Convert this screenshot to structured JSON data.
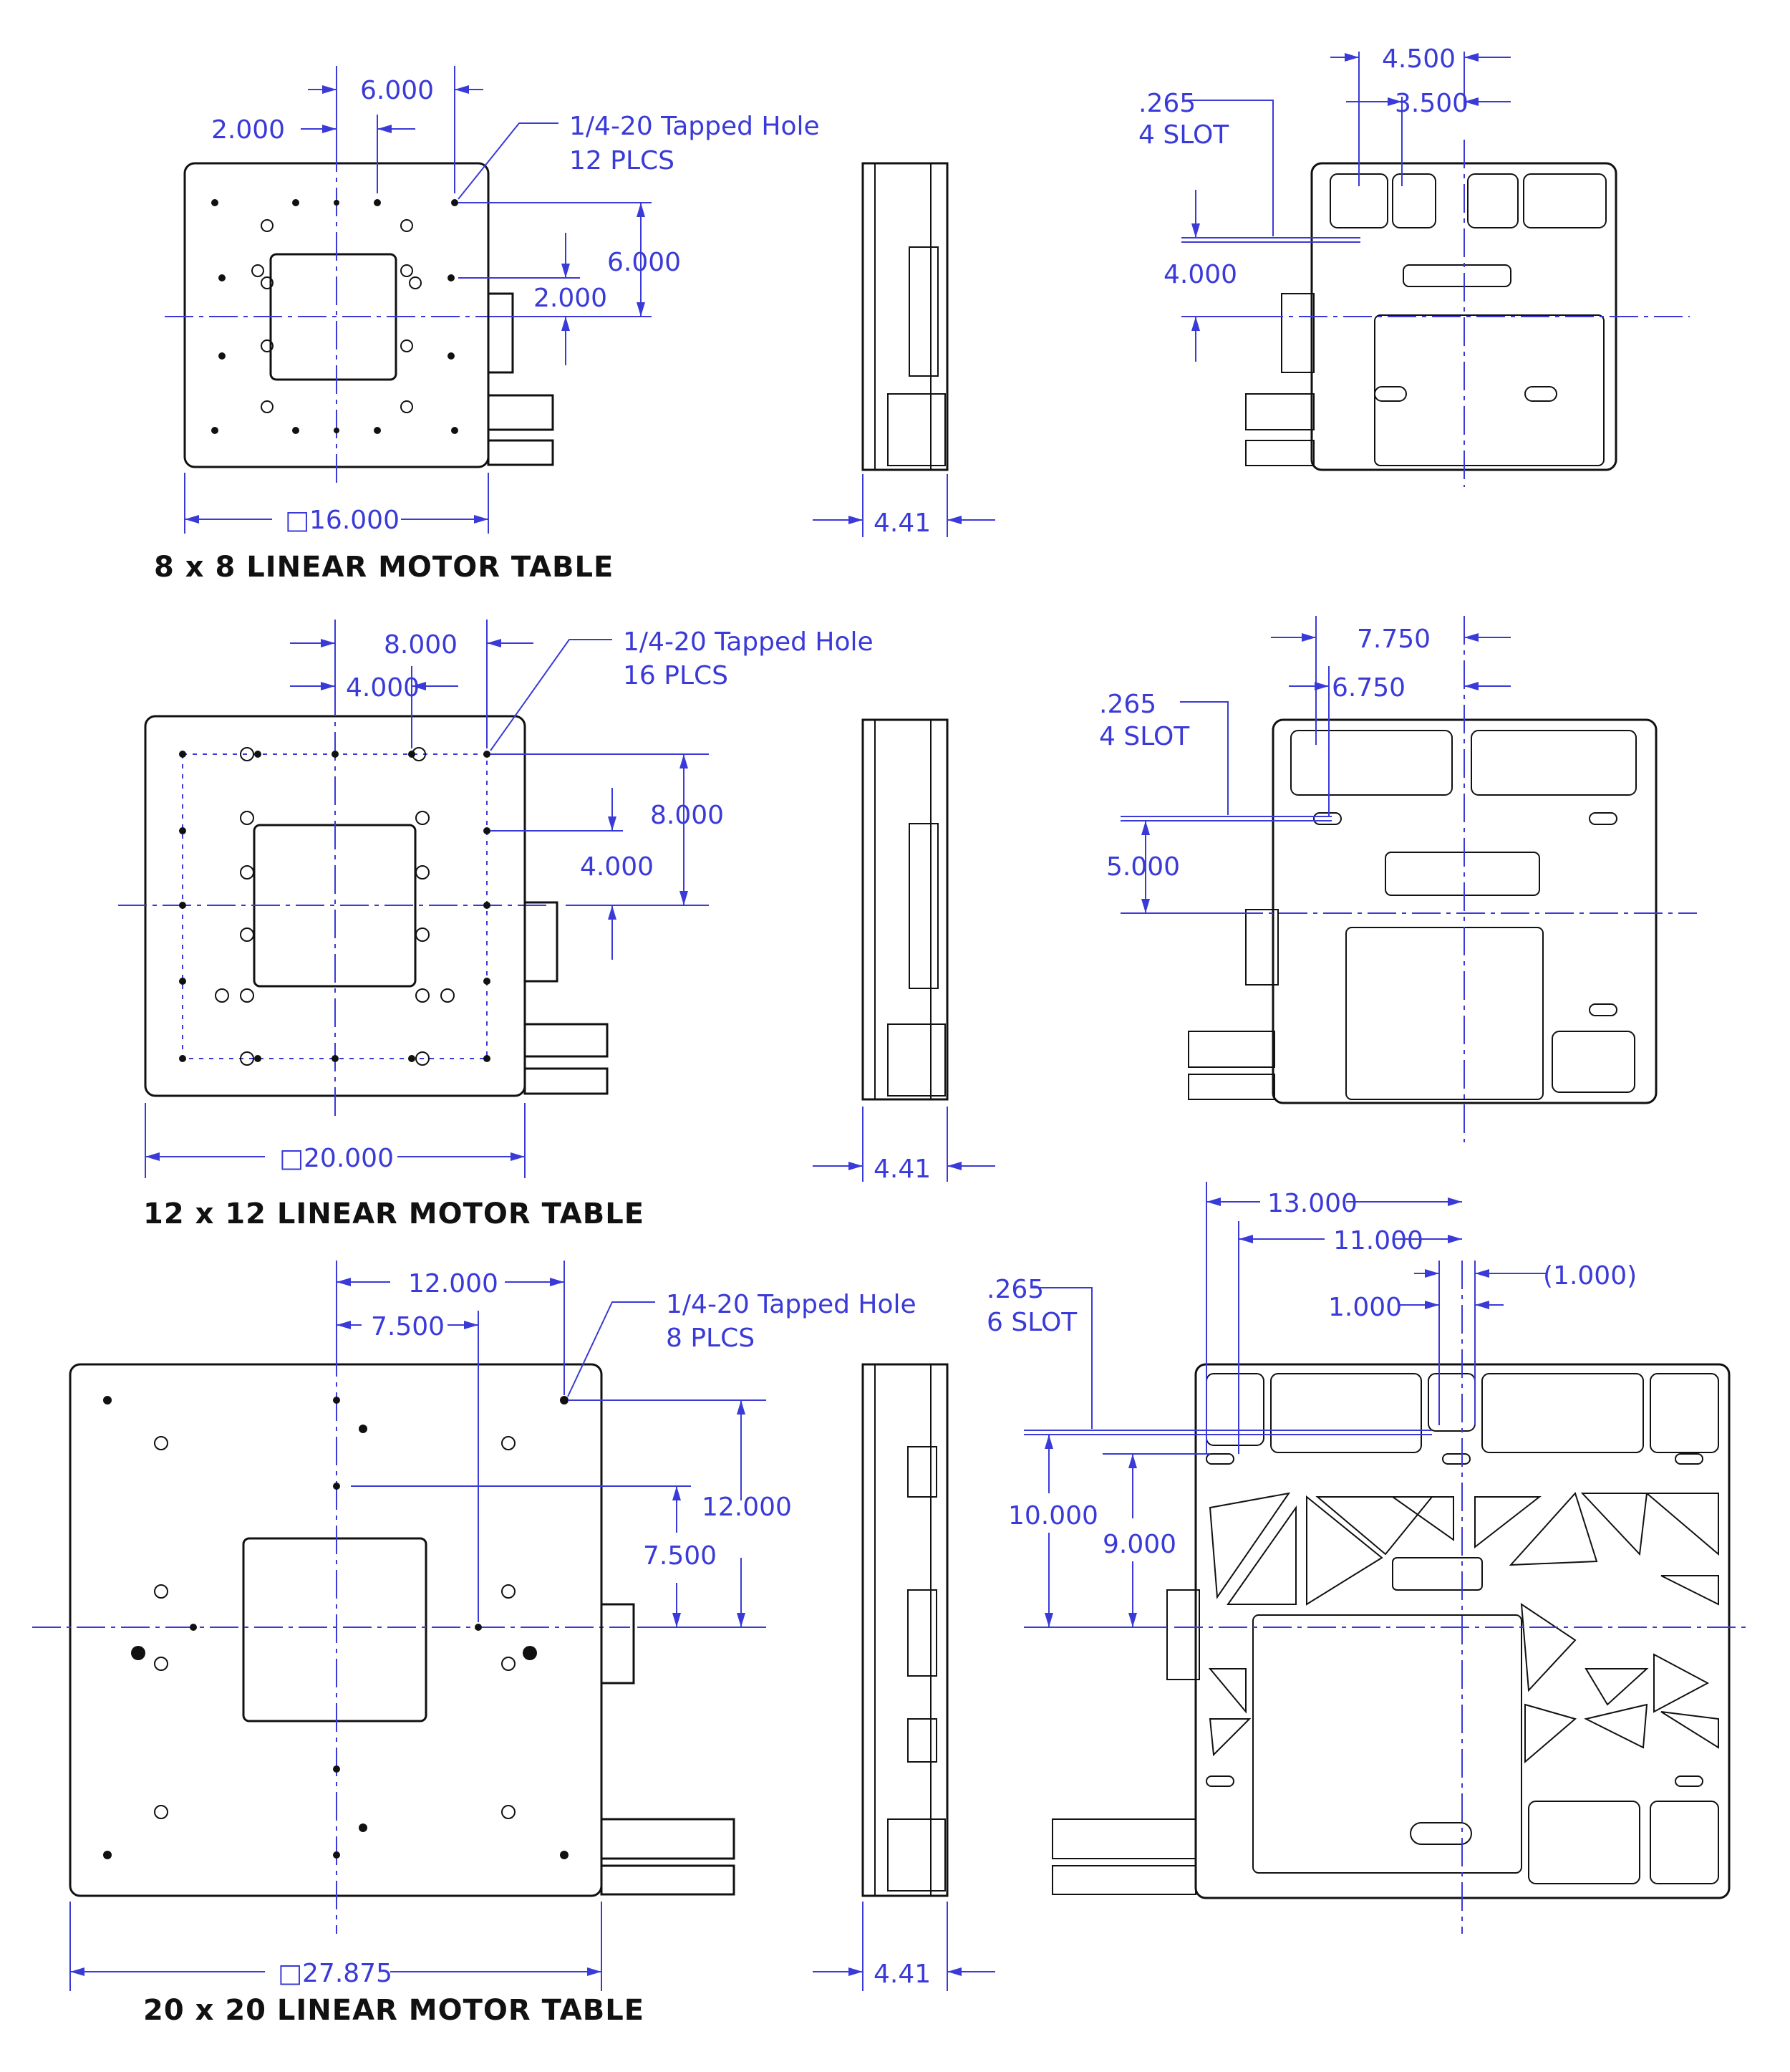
{
  "colors": {
    "dimension": "#3a3ad8",
    "outline": "#111111",
    "background": "#ffffff"
  },
  "table8": {
    "title": "8 x 8 LINEAR MOTOR TABLE",
    "top_spacing": "6.000",
    "top_offset": "2.000",
    "hole_note": "1/4-20 Tapped Hole",
    "hole_count": "12 PLCS",
    "side_spacing": "6.000",
    "side_offset": "2.000",
    "width": "□16.000",
    "side_thickness": "4.41",
    "slot_outer": "4.500",
    "slot_inner": "3.500",
    "slot_size": ".265",
    "slot_count": "4 SLOT",
    "slot_height": "4.000"
  },
  "table12": {
    "title": "12 x 12 LINEAR MOTOR TABLE",
    "top_spacing": "8.000",
    "top_offset": "4.000",
    "hole_note": "1/4-20 Tapped Hole",
    "hole_count": "16 PLCS",
    "side_spacing": "8.000",
    "side_offset": "4.000",
    "width": "□20.000",
    "side_thickness": "4.41",
    "slot_outer": "7.750",
    "slot_inner": "6.750",
    "slot_size": ".265",
    "slot_count": "4 SLOT",
    "slot_height": "5.000"
  },
  "table20": {
    "title": "20 x 20 LINEAR MOTOR TABLE",
    "top_spacing": "12.000",
    "top_offset": "7.500",
    "hole_note": "1/4-20 Tapped Hole",
    "hole_count": "8 PLCS",
    "side_spacing": "12.000",
    "side_offset": "7.500",
    "width": "□27.875",
    "side_thickness": "4.41",
    "slot_outer": "13.000",
    "slot_inner": "11.000",
    "slot_ref": "(1.000)",
    "slot_gap": "1.000",
    "slot_size": ".265",
    "slot_count": "6 SLOT",
    "slot_height_outer": "10.000",
    "slot_height_inner": "9.000"
  }
}
